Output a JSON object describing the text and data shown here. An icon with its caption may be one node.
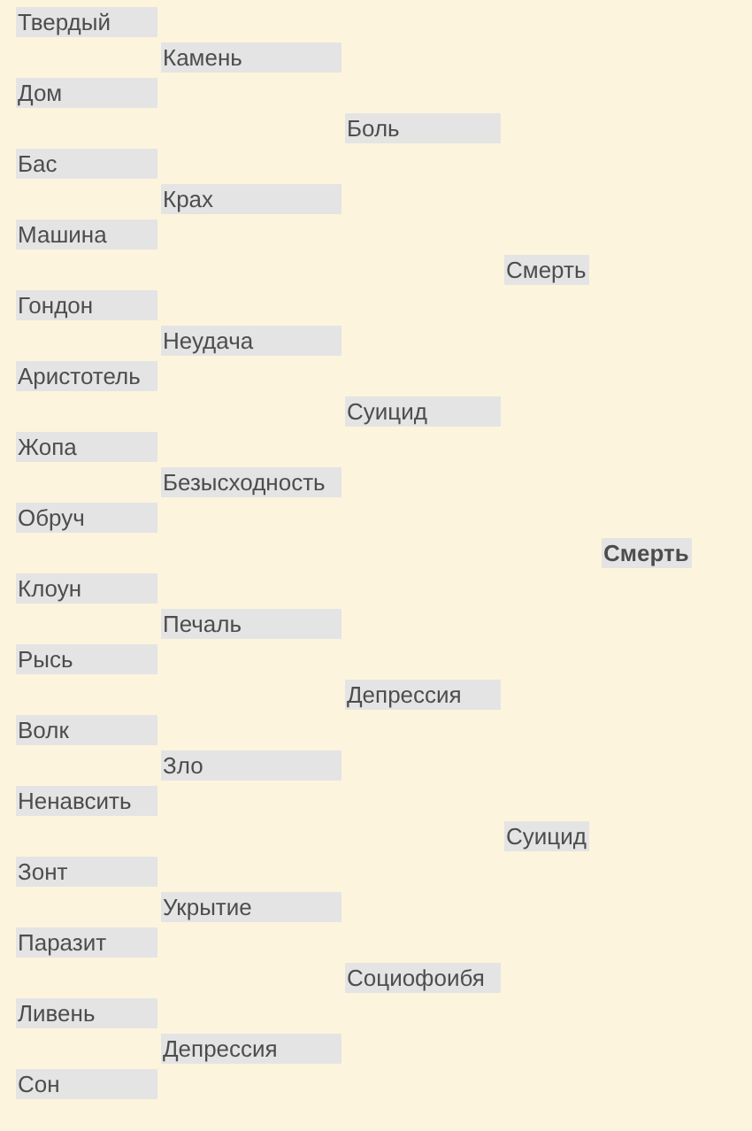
{
  "diagram": {
    "nodes": [
      {
        "text": [
          "Твердый"
        ]
      },
      {
        "text": [
          "Камень"
        ]
      },
      {
        "text": [
          "Дом"
        ]
      },
      {
        "text": [
          "Боль"
        ]
      },
      {
        "text": [
          "Бас"
        ]
      },
      {
        "text": [
          "Крах"
        ]
      },
      {
        "text": [
          "Машина"
        ]
      },
      {
        "text": [
          "Смерть"
        ]
      },
      {
        "text": [
          "Гондон"
        ]
      },
      {
        "text": [
          "Неудача"
        ]
      },
      {
        "text": [
          "Аристотель"
        ]
      },
      {
        "text": [
          "Суицид"
        ]
      },
      {
        "text": [
          "Жопа"
        ]
      },
      {
        "text": [
          "Безысходность"
        ]
      },
      {
        "text": [
          "Обруч"
        ]
      },
      {
        "text": [
          "Смерть"
        ]
      },
      {
        "text": [
          "Клоун"
        ]
      },
      {
        "text": [
          "Печаль"
        ]
      },
      {
        "text": [
          "Рысь"
        ]
      },
      {
        "text": [
          "Депрессия"
        ]
      },
      {
        "text": [
          "Волк"
        ]
      },
      {
        "text": [
          "Зло"
        ]
      },
      {
        "text": [
          "Ненавсить"
        ]
      },
      {
        "text": [
          "Суицид"
        ]
      },
      {
        "text": [
          "Зонт"
        ]
      },
      {
        "text": [
          "Укрытие"
        ]
      },
      {
        "text": [
          "Паразит"
        ]
      },
      {
        "text": [
          "Социофоибя"
        ]
      },
      {
        "text": [
          "Ливень"
        ]
      },
      {
        "text": [
          "Депрессия"
        ]
      },
      {
        "text": [
          "Сон"
        ]
      }
    ]
  }
}
